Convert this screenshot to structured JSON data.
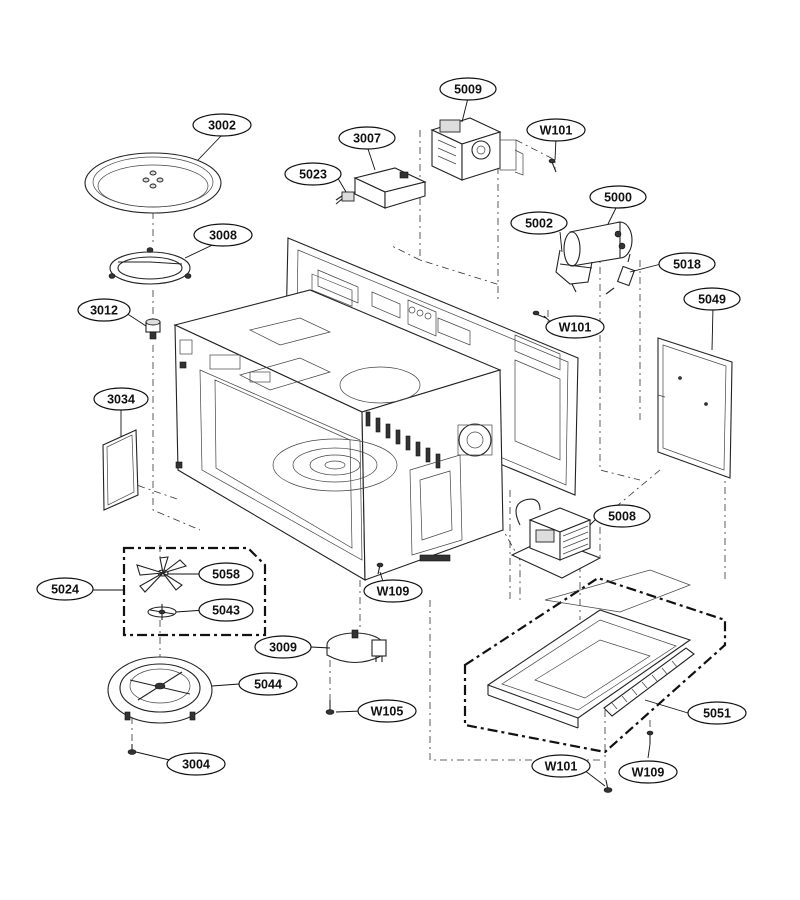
{
  "labels": {
    "p3002": "3002",
    "p3008": "3008",
    "p3012": "3012",
    "p3034": "3034",
    "p5024": "5024",
    "p5058": "5058",
    "p5043": "5043",
    "p5044": "5044",
    "p3004": "3004",
    "p3009": "3009",
    "p3007": "3007",
    "p5023": "5023",
    "p5009": "5009",
    "pW101a": "W101",
    "p5000": "5000",
    "p5002": "5002",
    "p5018": "5018",
    "pW101b": "W101",
    "p5049": "5049",
    "p5008": "5008",
    "pW109a": "W109",
    "pW105": "W105",
    "p5051": "5051",
    "pW101c": "W101",
    "pW109b": "W109"
  }
}
